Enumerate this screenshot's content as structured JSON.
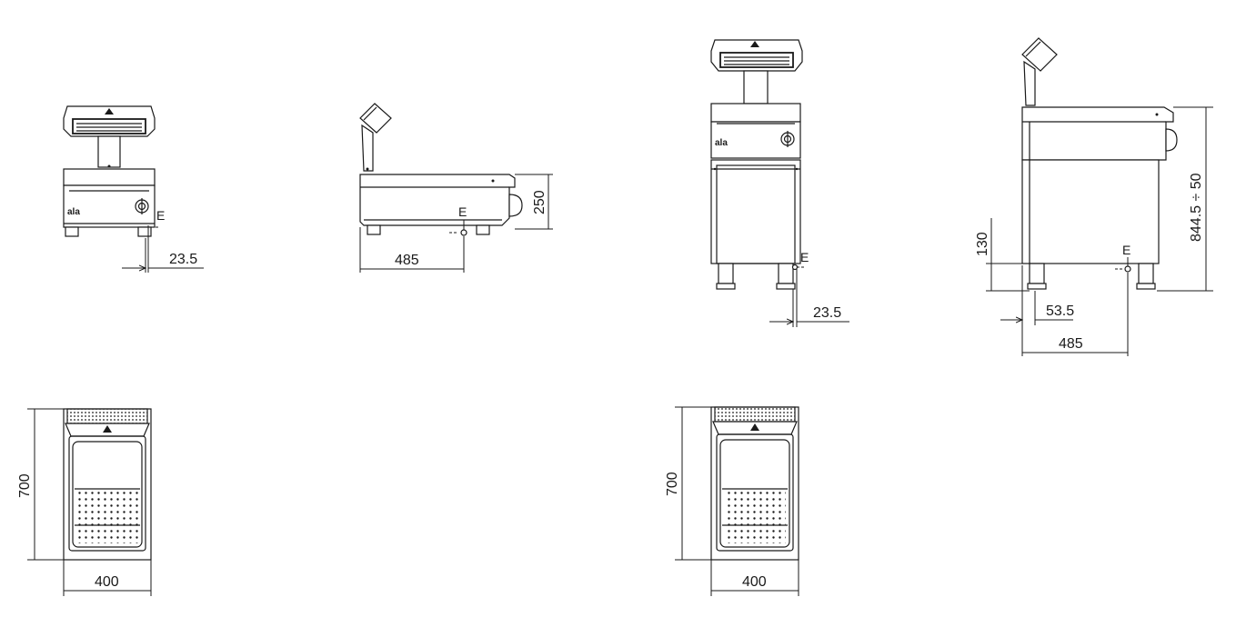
{
  "brand_logo": "ala",
  "views": {
    "top_unit_front": {
      "e_label": "E",
      "offset_label": "23.5"
    },
    "top_unit_side": {
      "e_label": "E",
      "height_label": "250",
      "depth_label": "485"
    },
    "floor_unit_front": {
      "e_label": "E",
      "offset_label": "23.5"
    },
    "floor_unit_side": {
      "e_label": "E",
      "height_label": "844.5 ÷ 50",
      "low_label": "130",
      "offset_label": "53.5",
      "depth_label": "485"
    },
    "top_unit_plan": {
      "depth_label": "700",
      "width_label": "400"
    },
    "floor_unit_plan": {
      "depth_label": "700",
      "width_label": "400"
    }
  }
}
